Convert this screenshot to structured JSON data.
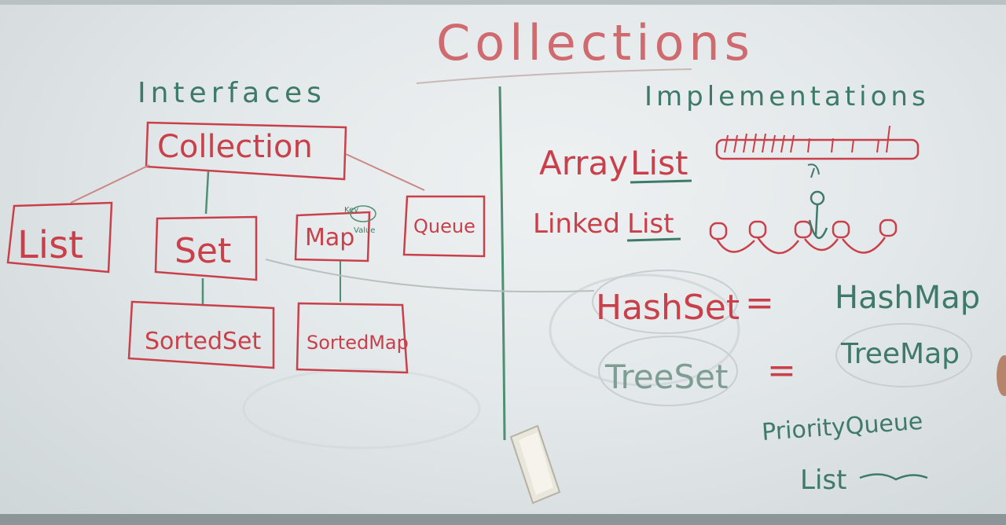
{
  "board": {
    "title": "Collections",
    "interfaces_heading": "Interfaces",
    "implementations_heading": "Implementations",
    "interfaces": {
      "collection": "Collection",
      "list": "List",
      "set": "Set",
      "map": "Map",
      "map_key_note": "Key",
      "map_value_note": "Value",
      "queue": "Queue",
      "sorted_set": "SortedSet",
      "sorted_map": "SortedMap"
    },
    "implementations": {
      "array_list_prefix": "Array",
      "array_list_suffix": "List",
      "linked_list_prefix": "Linked",
      "linked_list_suffix": "List",
      "hash_set": "HashSet",
      "hash_map": "HashMap",
      "tree_set": "TreeSet",
      "tree_map": "TreeMap",
      "priority_queue": "PriorityQueue",
      "list_note": "List"
    },
    "equals_sign": "="
  },
  "colors": {
    "green_marker": "#3f7a68",
    "red_marker": "#c9404a",
    "board": "#e6eaec"
  }
}
